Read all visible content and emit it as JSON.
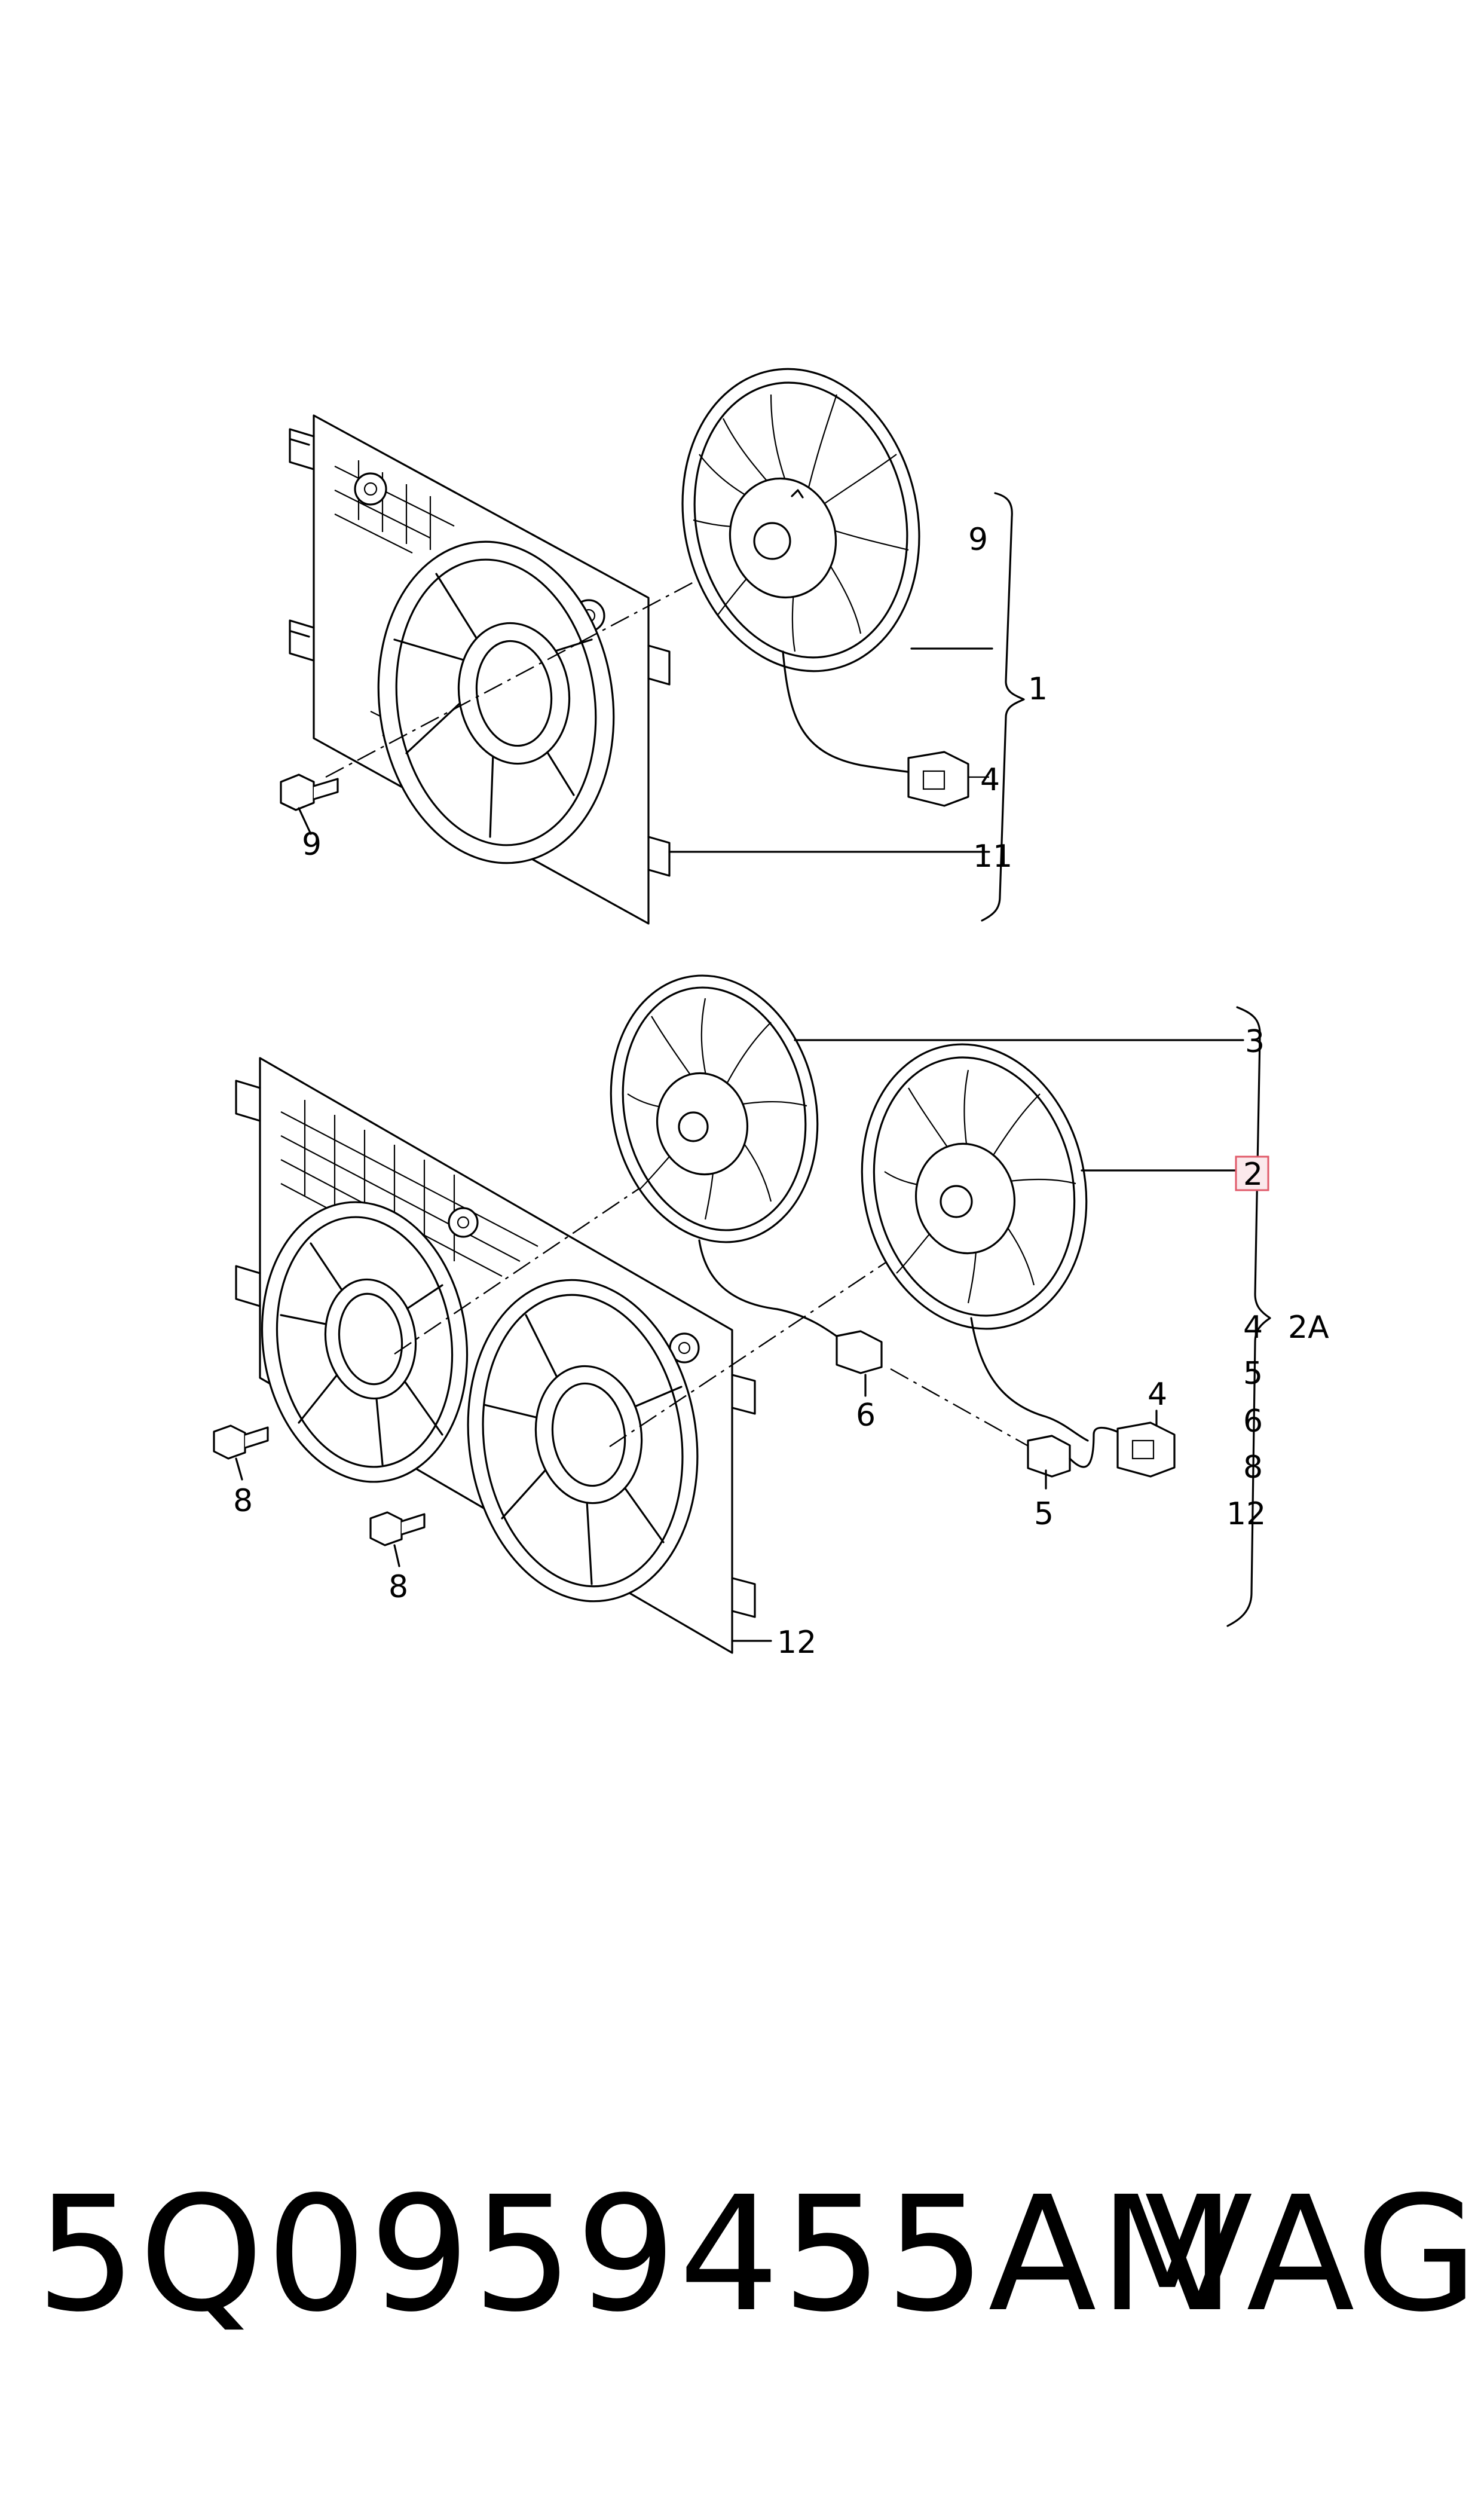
{
  "upper_assembly": {
    "labels": {
      "l9_top": "9",
      "l1": "1",
      "l4": "4",
      "l11": "11",
      "l9_bolt": "9"
    }
  },
  "lower_assembly": {
    "labels": {
      "l3": "3",
      "l2": "2",
      "l4_list": "4",
      "l2A": "2A",
      "l5_list": "5",
      "l6_list": "6",
      "l8_list": "8",
      "l12_list": "12",
      "l4_conn": "4",
      "l6_conn": "6",
      "l5_conn": "5",
      "l8_a": "8",
      "l8_b": "8",
      "l12_frame": "12"
    },
    "highlight_color": "#e05a6a"
  },
  "footer": {
    "part_number": "5Q0959455AM",
    "brand": "VAG"
  }
}
